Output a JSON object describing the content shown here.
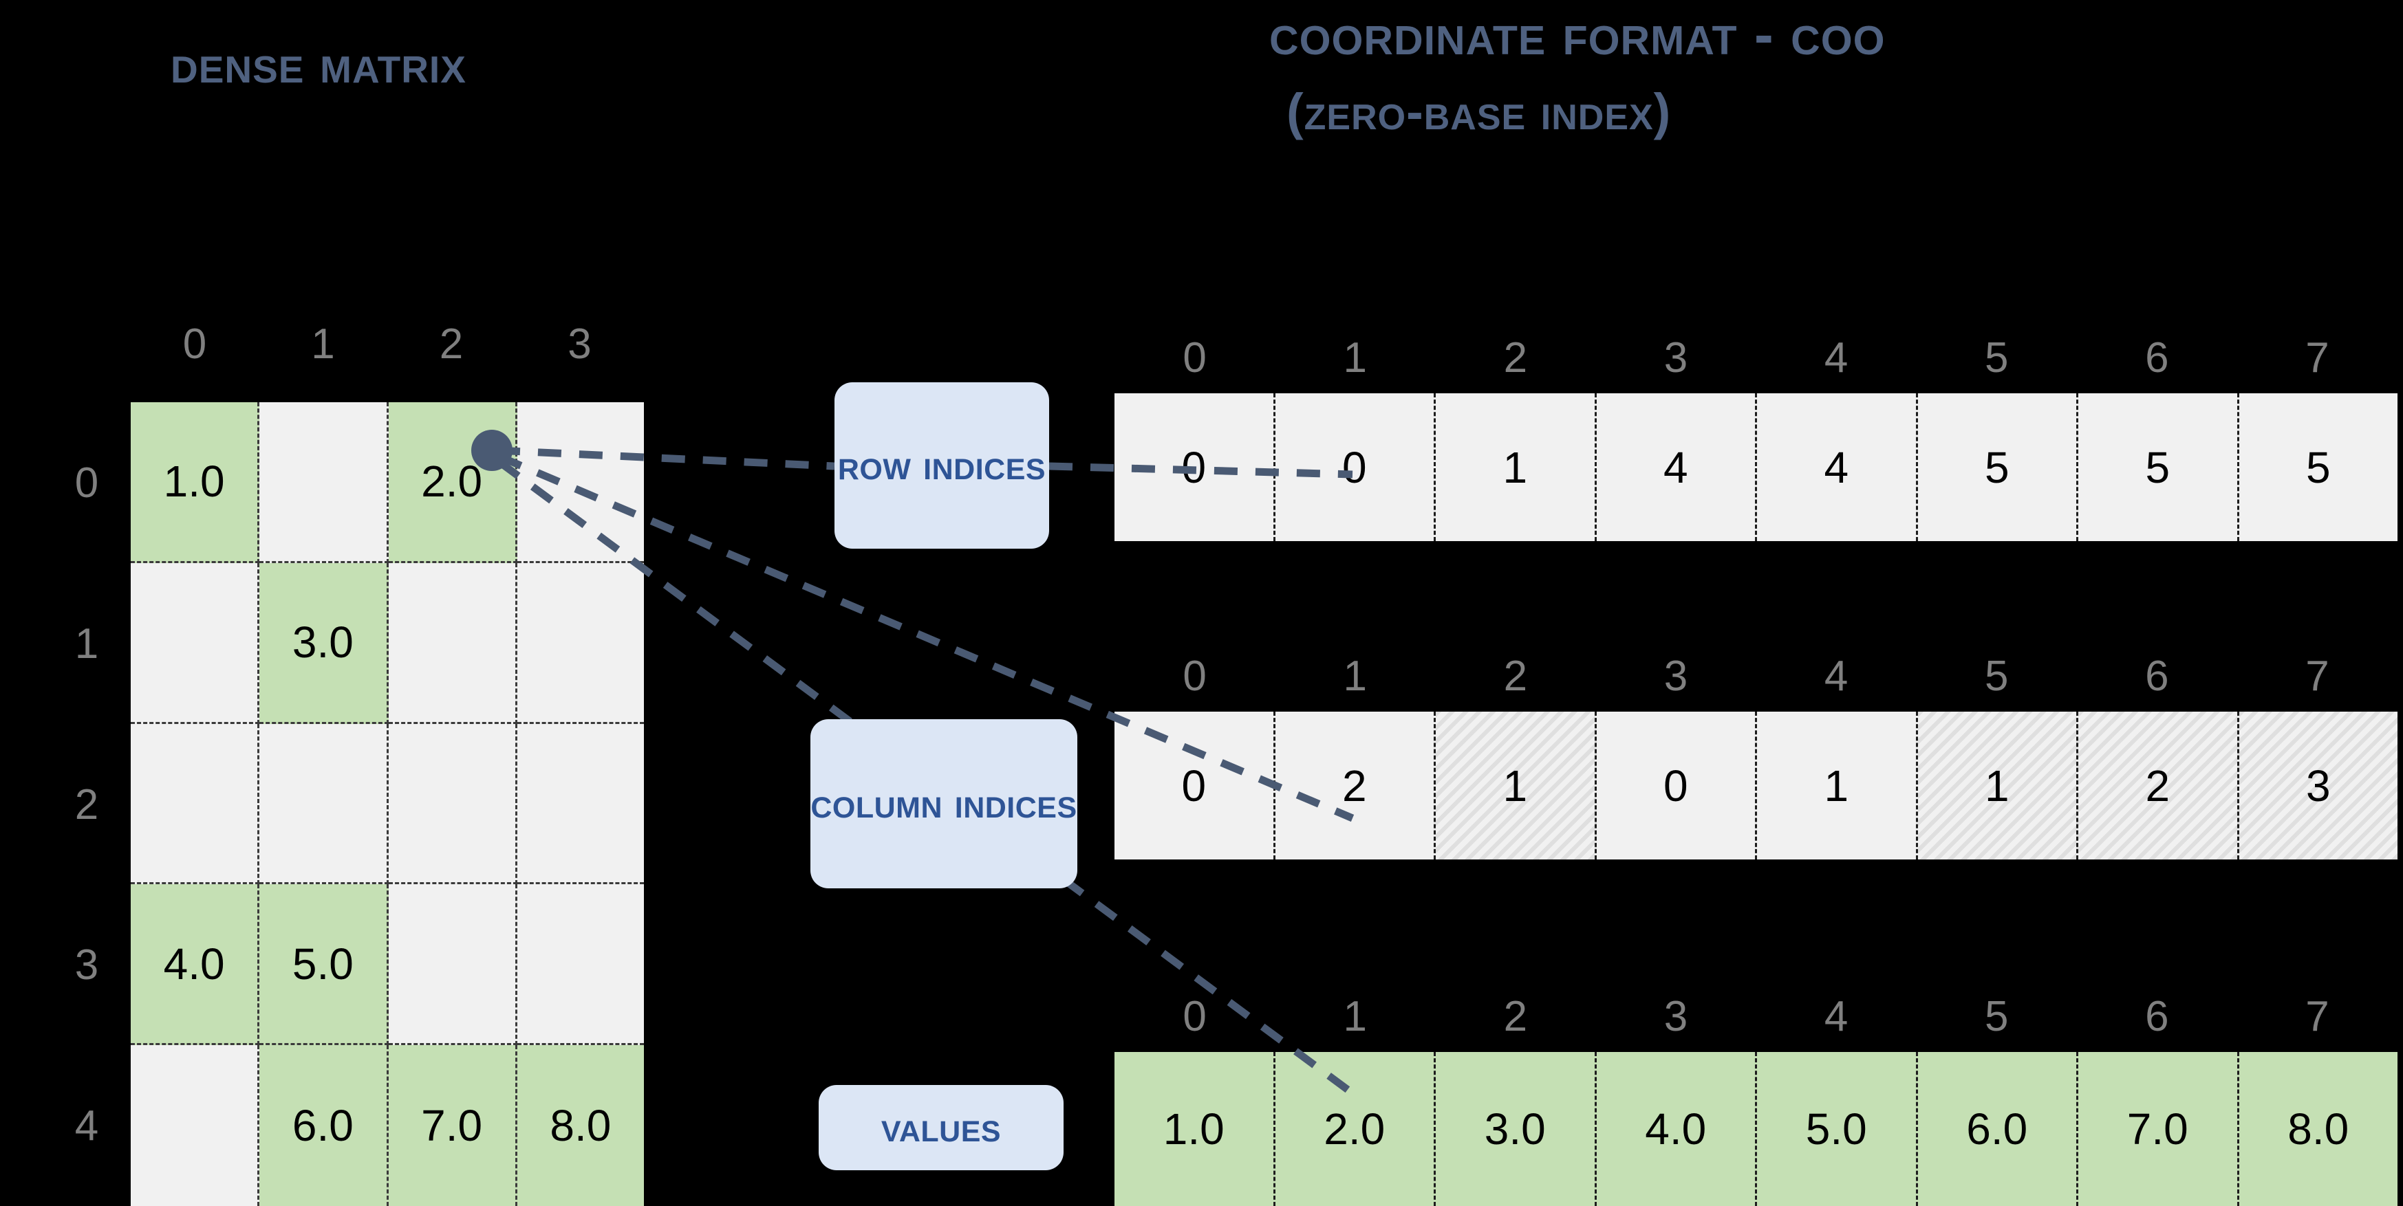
{
  "titles": {
    "dense": "Dense Matrix",
    "coo": "Coordinate Format - COO",
    "coo_sub": "(zero-base index)"
  },
  "labels": {
    "row_indices": "Row Indices",
    "column_indices": "Column Indices",
    "values": "Values"
  },
  "dense_matrix": {
    "col_headers": [
      "0",
      "1",
      "2",
      "3"
    ],
    "row_headers": [
      "0",
      "1",
      "2",
      "3",
      "4"
    ],
    "rows": [
      [
        {
          "v": "1.0",
          "filled": true
        },
        {
          "v": "",
          "filled": false
        },
        {
          "v": "2.0",
          "filled": true
        },
        {
          "v": "",
          "filled": false
        }
      ],
      [
        {
          "v": "",
          "filled": false
        },
        {
          "v": "3.0",
          "filled": true
        },
        {
          "v": "",
          "filled": false
        },
        {
          "v": "",
          "filled": false
        }
      ],
      [
        {
          "v": "",
          "filled": false
        },
        {
          "v": "",
          "filled": false
        },
        {
          "v": "",
          "filled": false
        },
        {
          "v": "",
          "filled": false
        }
      ],
      [
        {
          "v": "4.0",
          "filled": true
        },
        {
          "v": "5.0",
          "filled": true
        },
        {
          "v": "",
          "filled": false
        },
        {
          "v": "",
          "filled": false
        }
      ],
      [
        {
          "v": "",
          "filled": false
        },
        {
          "v": "6.0",
          "filled": true
        },
        {
          "v": "7.0",
          "filled": true
        },
        {
          "v": "8.0",
          "filled": true
        }
      ]
    ]
  },
  "coo": {
    "ruler": [
      "0",
      "1",
      "2",
      "3",
      "4",
      "5",
      "6",
      "7"
    ],
    "row_indices": [
      "0",
      "0",
      "1",
      "4",
      "4",
      "5",
      "5",
      "5"
    ],
    "column_indices": [
      "0",
      "2",
      "1",
      "0",
      "1",
      "1",
      "2",
      "3"
    ],
    "values": [
      "1.0",
      "2.0",
      "3.0",
      "4.0",
      "5.0",
      "6.0",
      "7.0",
      "8.0"
    ],
    "hatched_row_indices": [],
    "hatched_column_indices": [
      2,
      5,
      6,
      7
    ],
    "hatched_values": [
      2,
      5,
      6,
      7
    ]
  },
  "colors": {
    "background": "#000000",
    "title_text": "#4f6180",
    "chip_fill": "#dce6f5",
    "chip_text": "#2e5496",
    "cell_empty": "#f1f1f1",
    "cell_filled": "#c5e0b4",
    "index_text": "#808080",
    "connector": "#4a5a73"
  }
}
